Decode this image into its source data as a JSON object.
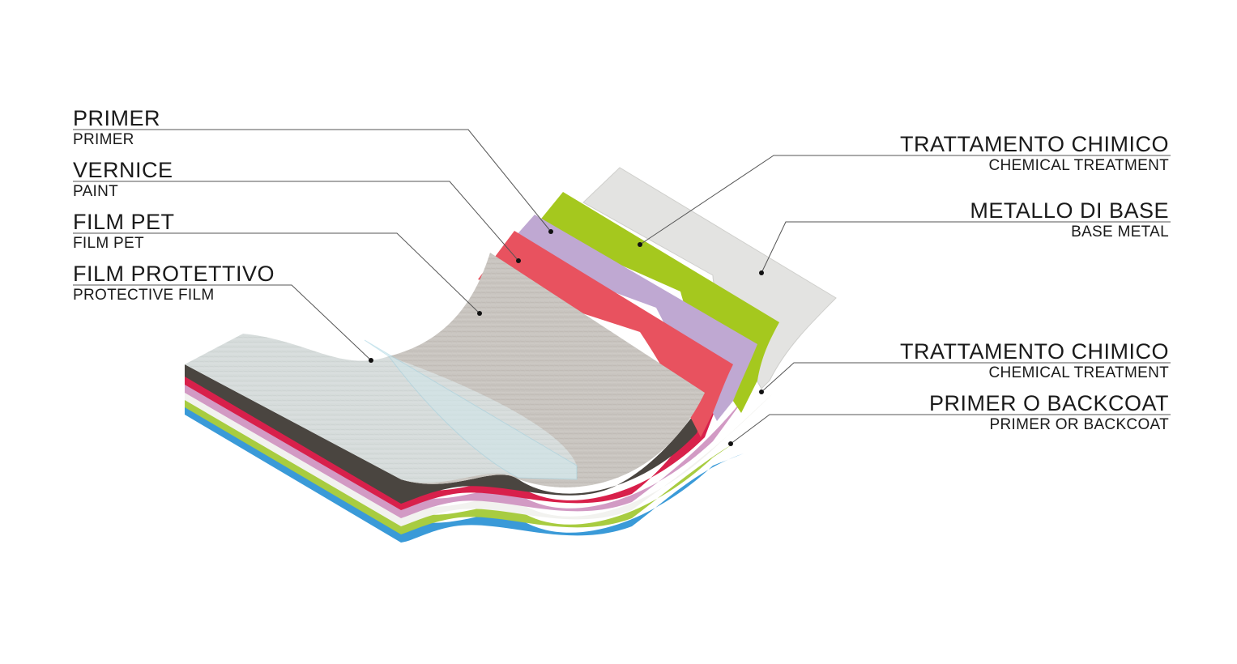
{
  "labels": {
    "primer": {
      "main": "PRIMER",
      "sub": "PRIMER"
    },
    "vernice": {
      "main": "VERNICE",
      "sub": "PAINT"
    },
    "film_pet": {
      "main": "FILM PET",
      "sub": "FILM PET"
    },
    "film_protettivo": {
      "main": "FILM PROTETTIVO",
      "sub": "PROTECTIVE FILM"
    },
    "trattamento_top": {
      "main": "TRATTAMENTO CHIMICO",
      "sub": "CHEMICAL TREATMENT"
    },
    "metallo_base": {
      "main": "METALLO DI BASE",
      "sub": "BASE METAL"
    },
    "trattamento_bottom": {
      "main": "TRATTAMENTO CHIMICO",
      "sub": "CHEMICAL TREATMENT"
    },
    "primer_backcoat": {
      "main": "PRIMER O BACKCOAT",
      "sub": "PRIMER OR BACKCOAT"
    }
  },
  "colors": {
    "base_metal": "#e3e3e1",
    "chemical_treatment": "#a5c81e",
    "primer": "#bfa8d2",
    "paint": "#e8525f",
    "film_pet": "#c4c0bb",
    "protective_film": "#d8dedd",
    "backcoat": "#1f7bc4",
    "leader_line": "#555555"
  }
}
